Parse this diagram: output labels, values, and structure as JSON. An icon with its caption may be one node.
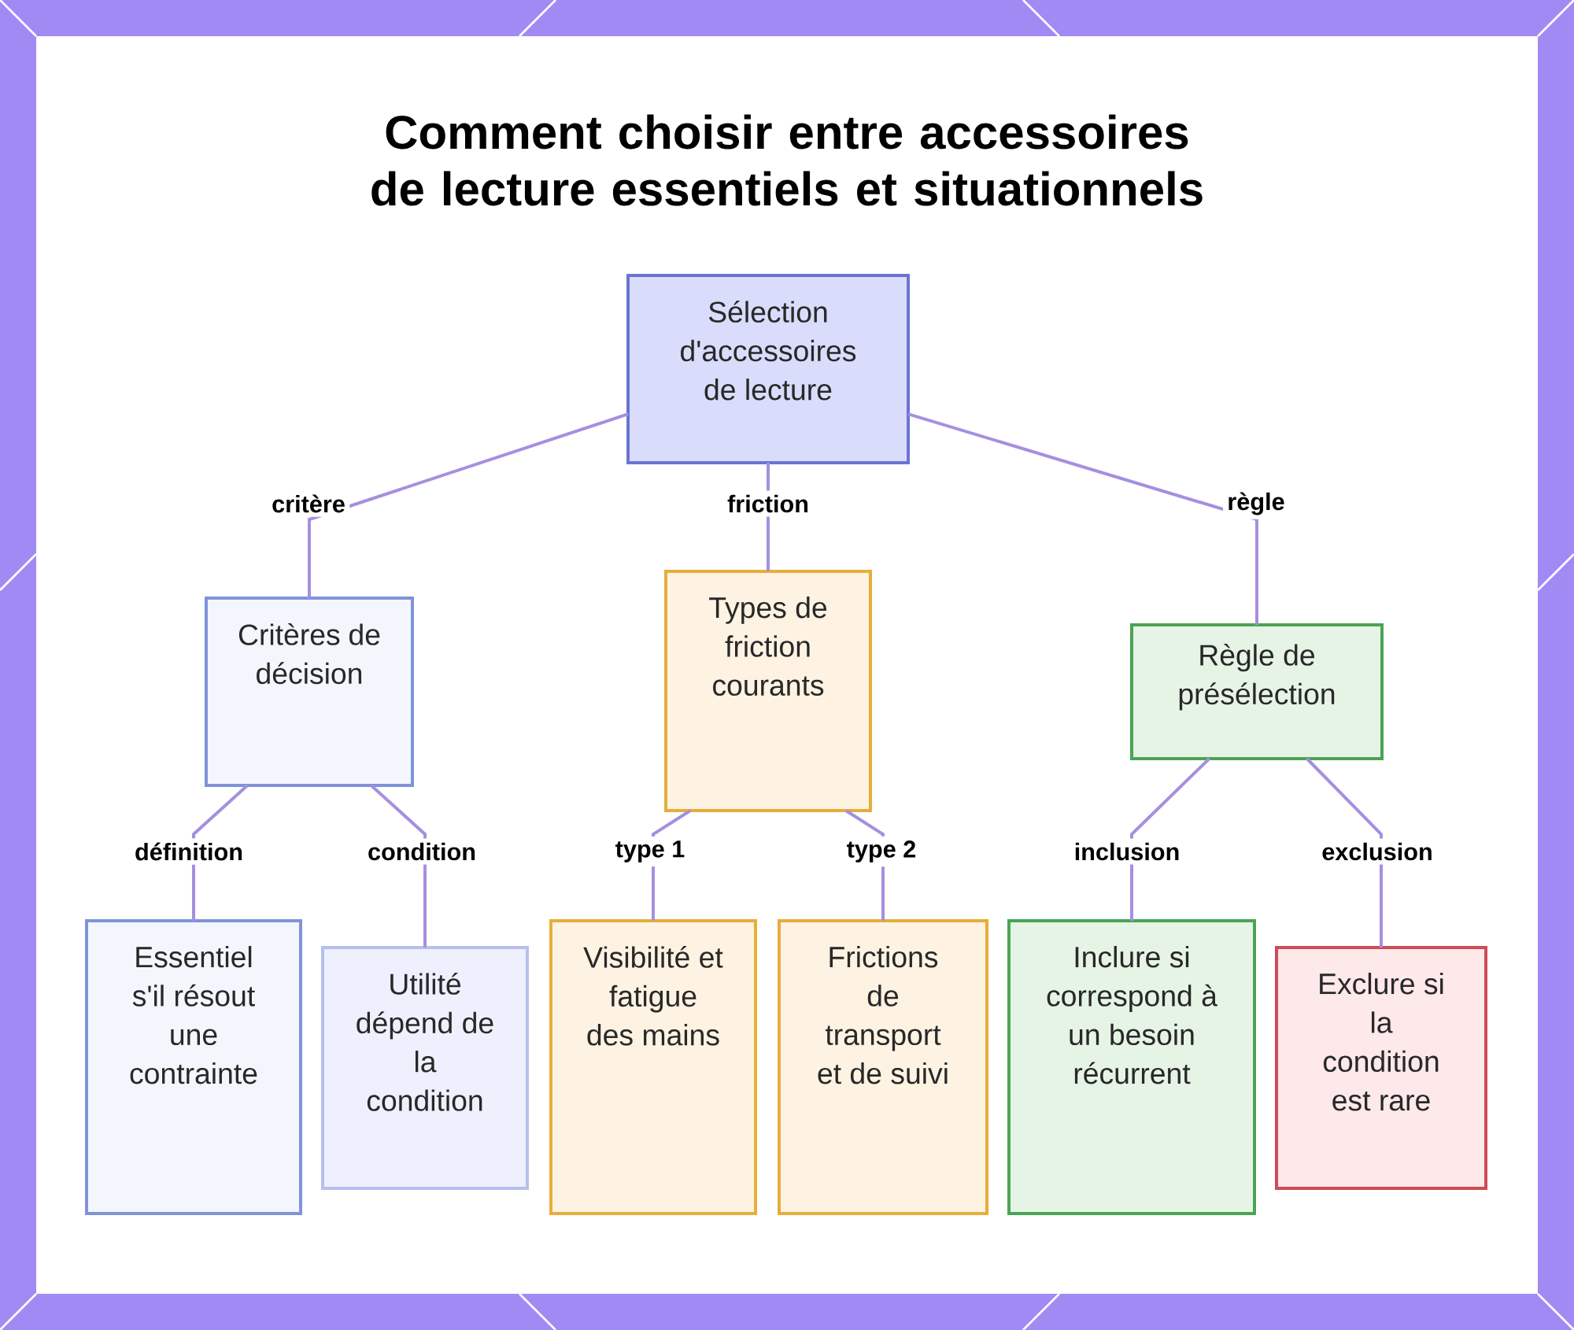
{
  "diagram": {
    "title": "Comment choisir entre accessoires de lecture essentiels et situationnels",
    "nodes": [
      {
        "text": [
          "Sélection d'accessoires de lecture"
        ]
      },
      {
        "text": [
          "Critères de décision"
        ]
      },
      {
        "text": [
          "Types de friction courants"
        ]
      },
      {
        "text": [
          "Règle de présélection"
        ]
      },
      {
        "text": [
          "Essentiel s'il résout une contrainte"
        ]
      },
      {
        "text": [
          "Utilité dépend de la condition"
        ]
      },
      {
        "text": [
          "Visibilité et fatigue des mains"
        ]
      },
      {
        "text": [
          "Frictions de transport et de suivi"
        ]
      },
      {
        "text": [
          "Inclure si correspond à un besoin récurrent"
        ]
      },
      {
        "text": [
          "Exclure si la condition est rare"
        ]
      }
    ],
    "edges": [
      {
        "from": 0,
        "to": 1,
        "arrow": "none",
        "label": "critère"
      },
      {
        "from": 0,
        "to": 2,
        "arrow": "none",
        "label": "friction"
      },
      {
        "from": 0,
        "to": 3,
        "arrow": "none",
        "label": "règle"
      },
      {
        "from": 1,
        "to": 4,
        "arrow": "none",
        "label": "définition"
      },
      {
        "from": 1,
        "to": 5,
        "arrow": "none",
        "label": "condition"
      },
      {
        "from": 2,
        "to": 6,
        "arrow": "none",
        "label": "type 1"
      },
      {
        "from": 2,
        "to": 7,
        "arrow": "none",
        "label": "type 2"
      },
      {
        "from": 3,
        "to": 8,
        "arrow": "none",
        "label": "inclusion"
      },
      {
        "from": 3,
        "to": 9,
        "arrow": "none",
        "label": "exclusion"
      }
    ]
  }
}
